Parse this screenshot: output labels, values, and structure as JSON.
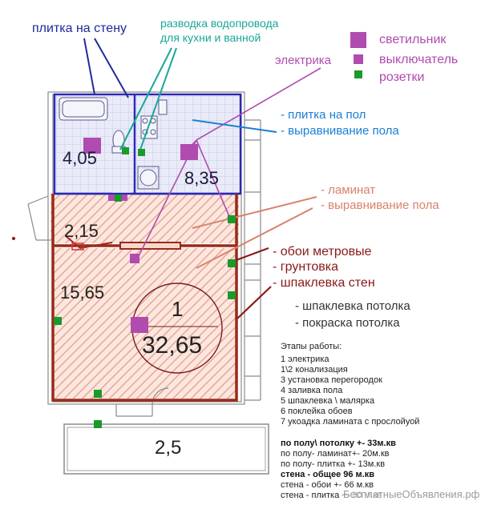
{
  "callouts": {
    "wall_tile": "плитка на стену",
    "plumbing_line1": "разводка водопровода",
    "plumbing_line2": "для кухни и ванной",
    "electrical": "электрика",
    "floor_tile_1": "- плитка на пол",
    "floor_tile_2": "- выравнивание пола",
    "laminate_1": "- ламинат",
    "laminate_2": "- выравнивание пола",
    "wall_1": "- обои метровые",
    "wall_2": "- грунтовка",
    "wall_3": "- шпаклевка стен",
    "ceiling_1": "- шпаклевка потолка",
    "ceiling_2": "- покраска потолка"
  },
  "legend": {
    "lamp": "светильник",
    "switch": "выключатель",
    "socket": "розетки",
    "colors": {
      "lamp": "#b04bb0",
      "switch": "#b04bb0",
      "socket": "#1a9a2a"
    }
  },
  "rooms": {
    "bath": "4,05",
    "kitchen": "8,35",
    "hall": "2,15",
    "living": "15,65",
    "total_num": "1",
    "total_area": "32,65",
    "balcony": "2,5"
  },
  "stages": {
    "title": "Этапы работы:",
    "items": [
      "1  электрика",
      "1\\2 конализация",
      "3 установка перегородок",
      "4 заливка пола",
      "5 шпаклевка \\ малярка",
      "6 поклейка обоев",
      "7 укоадка ламината с прослойуой"
    ]
  },
  "quantities": [
    "по полу\\ потолку +- 33м.кв",
    "по полу- ламинат+- 20м.кв",
    "по полу- плитка +- 13м.кв",
    "стена - общее 96 м.кв",
    "стена - обои +- 66 м.кв",
    "стена - плитка +- 30 м.кв"
  ],
  "watermark": "БесплатныеОбъявления.рф"
}
